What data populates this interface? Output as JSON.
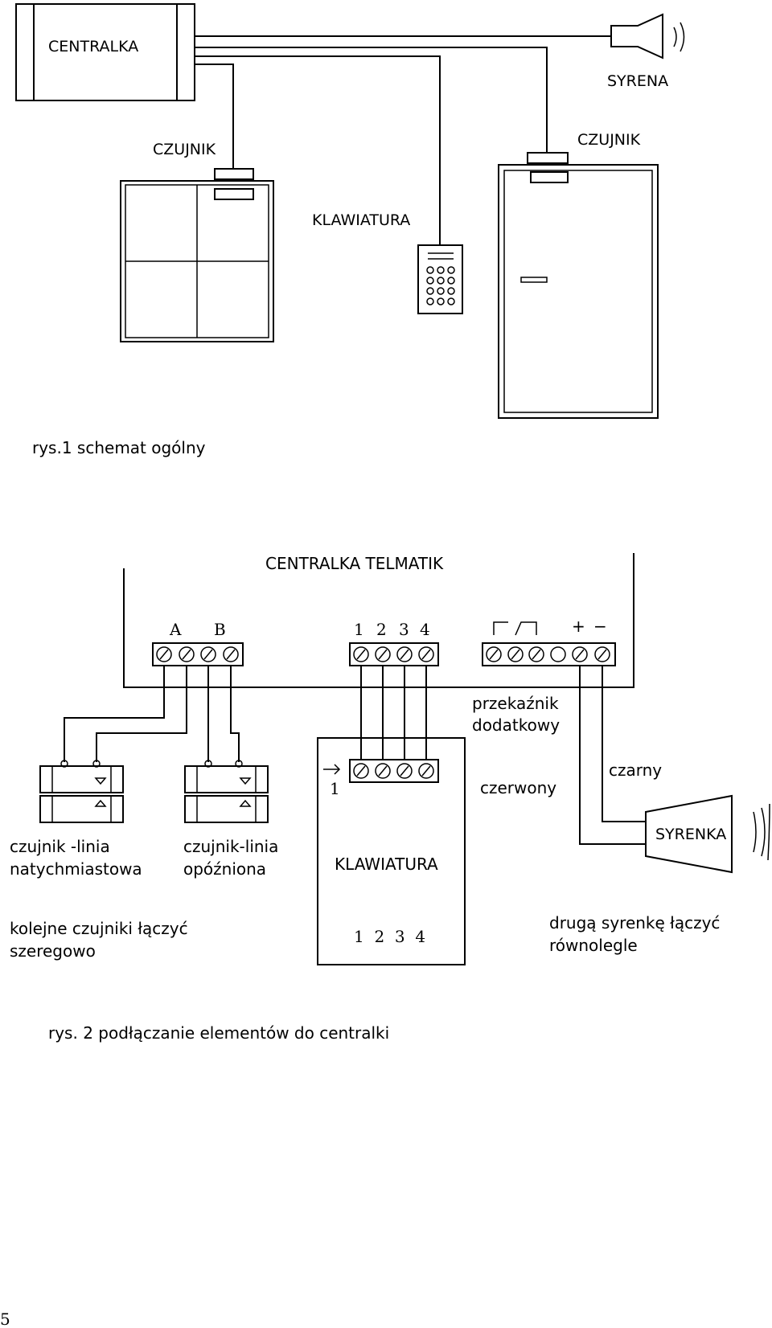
{
  "fig1": {
    "centralka": "CENTRALKA",
    "syrena": "SYRENA",
    "czujnik_left": "CZUJNIK",
    "czujnik_right": "CZUJNIK",
    "klawiatura": "KLAWIATURA",
    "caption": "rys.1 schemat ogólny"
  },
  "fig2": {
    "title": "CENTRALKA  TELMATIK",
    "terminal_a": "A",
    "terminal_b": "B",
    "terminal_nums": [
      "1",
      "2",
      "3",
      "4"
    ],
    "plus": "+",
    "minus": "−",
    "przekaznik_line1": "przekaźnik",
    "przekaznik_line2": "dodatkowy",
    "czerwony": "czerwony",
    "czarny": "czarny",
    "syrenka": "SYRENKA",
    "keypad_arrow_num": "1",
    "klawiatura": "KLAWIATURA",
    "keypad_nums": "1  2  3  4",
    "sensor1_line1": "czujnik -linia",
    "sensor1_line2": "natychmiastowa",
    "sensor2_line1": "czujnik-linia",
    "sensor2_line2": "opóźniona",
    "note_left_line1": "kolejne czujniki łączyć",
    "note_left_line2": "szeregowo",
    "note_right_line1": "drugą syrenkę łączyć",
    "note_right_line2": "równolegle",
    "caption": "rys. 2   podłączanie elementów do centralki"
  },
  "page_number": "5"
}
